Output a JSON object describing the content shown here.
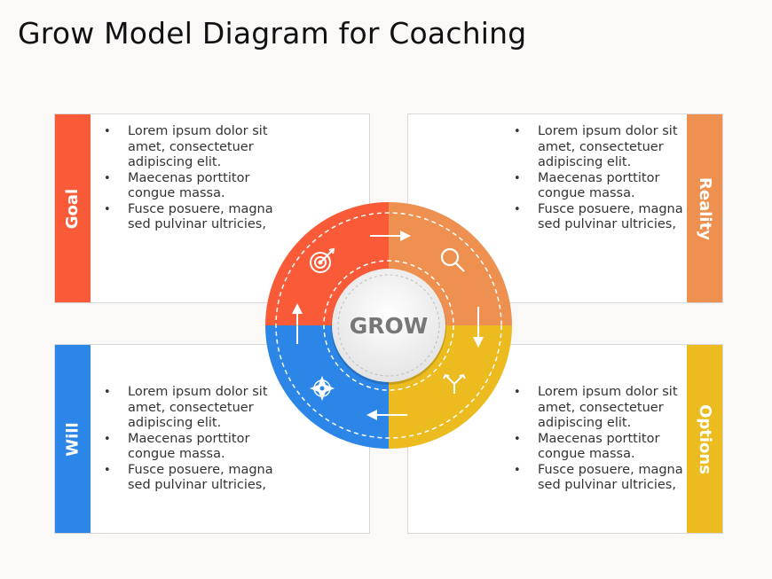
{
  "title": "Grow Model Diagram for Coaching",
  "center_label": "GROW",
  "colors": {
    "goal": "#f95b38",
    "reality": "#ee9150",
    "options": "#ecbb1f",
    "will": "#2c86e8"
  },
  "quadrants": [
    {
      "id": "goal",
      "label": "Goal",
      "icon": "target-icon",
      "bullets": [
        "Lorem ipsum dolor sit amet, consectetuer adipiscing elit.",
        "Maecenas porttitor congue massa.",
        "Fusce posuere, magna sed pulvinar ultricies,"
      ]
    },
    {
      "id": "reality",
      "label": "Reality",
      "icon": "magnifier-icon",
      "bullets": [
        "Lorem ipsum dolor sit amet, consectetuer adipiscing elit.",
        "Maecenas porttitor congue massa.",
        "Fusce posuere, magna sed pulvinar ultricies,"
      ]
    },
    {
      "id": "will",
      "label": "Will",
      "icon": "compass-icon",
      "bullets": [
        "Lorem ipsum dolor sit amet, consectetuer adipiscing elit.",
        "Maecenas porttitor congue massa.",
        "Fusce posuere, magna sed pulvinar ultricies,"
      ]
    },
    {
      "id": "options",
      "label": "Options",
      "icon": "fork-arrows-icon",
      "bullets": [
        "Lorem ipsum dolor sit amet, consectetuer adipiscing elit.",
        "Maecenas porttitor congue massa.",
        "Fusce posuere, magna sed pulvinar ultricies,"
      ]
    }
  ]
}
